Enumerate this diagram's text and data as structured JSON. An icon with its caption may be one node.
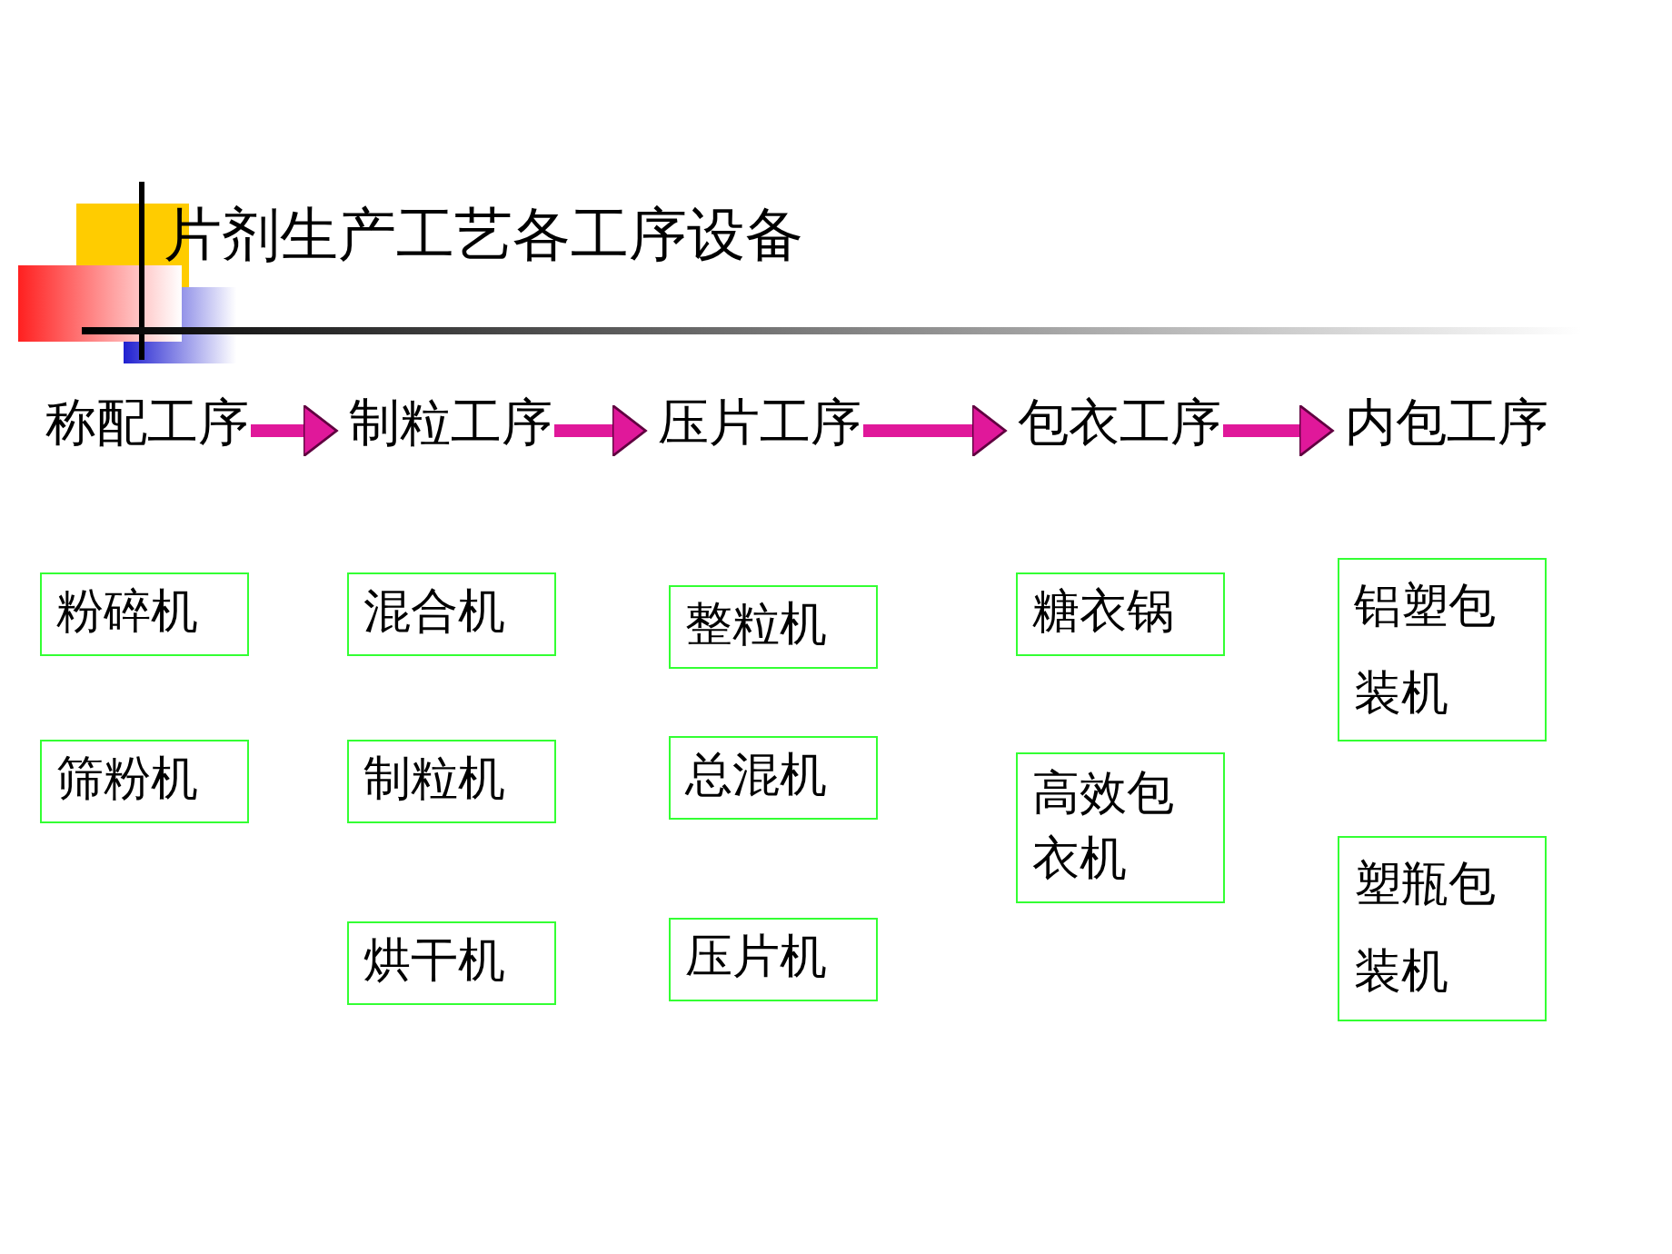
{
  "diagram": {
    "title": "片剂生产工艺各工序设备",
    "nodes": [
      {
        "text": [
          "称配工序"
        ]
      },
      {
        "text": [
          "制粒工序"
        ]
      },
      {
        "text": [
          "压片工序"
        ]
      },
      {
        "text": [
          "包衣工序"
        ]
      },
      {
        "text": [
          "内包工序"
        ]
      },
      {
        "text": [
          "粉碎机"
        ]
      },
      {
        "text": [
          "筛粉机"
        ]
      },
      {
        "text": [
          "混合机"
        ]
      },
      {
        "text": [
          "制粒机"
        ]
      },
      {
        "text": [
          "烘干机"
        ]
      },
      {
        "text": [
          "整粒机"
        ]
      },
      {
        "text": [
          "总混机"
        ]
      },
      {
        "text": [
          "压片机"
        ]
      },
      {
        "text": [
          "糖衣锅"
        ]
      },
      {
        "text": [
          "高效包衣机"
        ]
      },
      {
        "text": [
          "铝塑包装机"
        ]
      },
      {
        "text": [
          "塑瓶包装机"
        ]
      }
    ],
    "edges": [
      {
        "from": 0,
        "to": 1,
        "arrow": "to"
      },
      {
        "from": 1,
        "to": 2,
        "arrow": "to"
      },
      {
        "from": 2,
        "to": 3,
        "arrow": "to"
      },
      {
        "from": 3,
        "to": 4,
        "arrow": "to"
      }
    ]
  }
}
